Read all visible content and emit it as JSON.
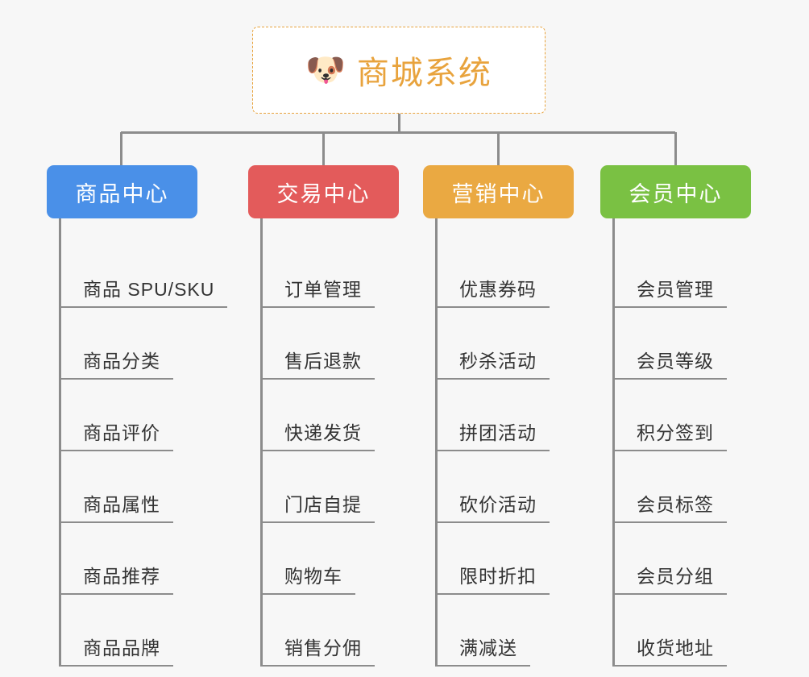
{
  "page": {
    "background_color": "#f7f7f7",
    "title": "商城系统"
  },
  "root": {
    "icon": "shiba-dog-face-emoji",
    "icon_glyph": "🐶",
    "label": "商城系统",
    "accent_color": "#e8a33d",
    "border_style": "dashed"
  },
  "columns": [
    {
      "id": "product-center",
      "label": "商品中心",
      "color": "#4a90e8",
      "items": [
        {
          "label": "商品 SPU/SKU"
        },
        {
          "label": "商品分类"
        },
        {
          "label": "商品评价"
        },
        {
          "label": "商品属性"
        },
        {
          "label": "商品推荐"
        },
        {
          "label": "商品品牌"
        }
      ]
    },
    {
      "id": "trade-center",
      "label": "交易中心",
      "color": "#e35b5b",
      "items": [
        {
          "label": "订单管理"
        },
        {
          "label": "售后退款"
        },
        {
          "label": "快递发货"
        },
        {
          "label": "门店自提"
        },
        {
          "label": "购物车"
        },
        {
          "label": "销售分佣"
        }
      ]
    },
    {
      "id": "marketing-center",
      "label": "营销中心",
      "color": "#eaa942",
      "items": [
        {
          "label": "优惠券码"
        },
        {
          "label": "秒杀活动"
        },
        {
          "label": "拼团活动"
        },
        {
          "label": "砍价活动"
        },
        {
          "label": "限时折扣"
        },
        {
          "label": "满减送"
        }
      ]
    },
    {
      "id": "member-center",
      "label": "会员中心",
      "color": "#7ac143",
      "items": [
        {
          "label": "会员管理"
        },
        {
          "label": "会员等级"
        },
        {
          "label": "积分签到"
        },
        {
          "label": "会员标签"
        },
        {
          "label": "会员分组"
        },
        {
          "label": "收货地址"
        }
      ]
    }
  ],
  "connector": {
    "color": "#8c8c8c"
  }
}
